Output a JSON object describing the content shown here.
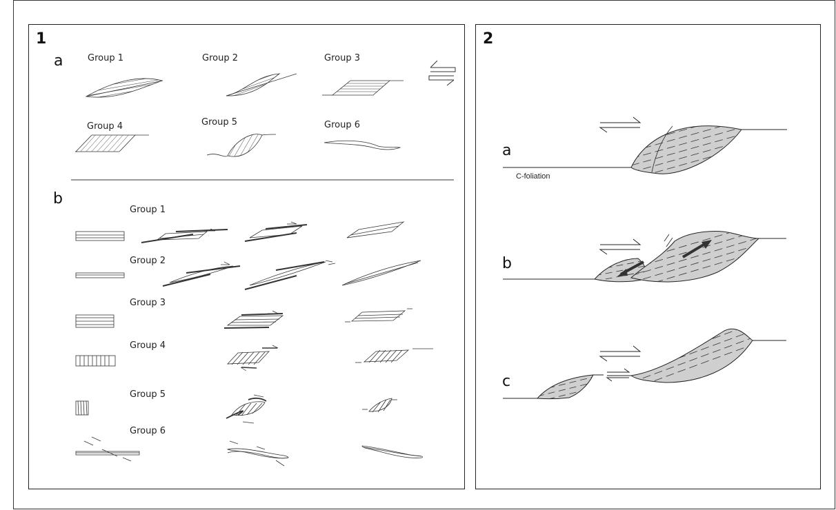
{
  "panel1": {
    "number": "1",
    "a": {
      "label": "a",
      "groups": [
        "Group 1",
        "Group 2",
        "Group 3",
        "Group 4",
        "Group 5",
        "Group 6"
      ]
    },
    "b": {
      "label": "b",
      "groups": [
        "Group 1",
        "Group 2",
        "Group 3",
        "Group 4",
        "Group 5",
        "Group 6"
      ]
    }
  },
  "panel2": {
    "number": "2",
    "a": {
      "label": "a",
      "foliation": "C-foliation"
    },
    "b": {
      "label": "b"
    },
    "c": {
      "label": "c"
    }
  },
  "colors": {
    "fill": "#cfcfcf",
    "stroke": "#222222"
  },
  "icons": [
    "shear-sense-icon"
  ]
}
